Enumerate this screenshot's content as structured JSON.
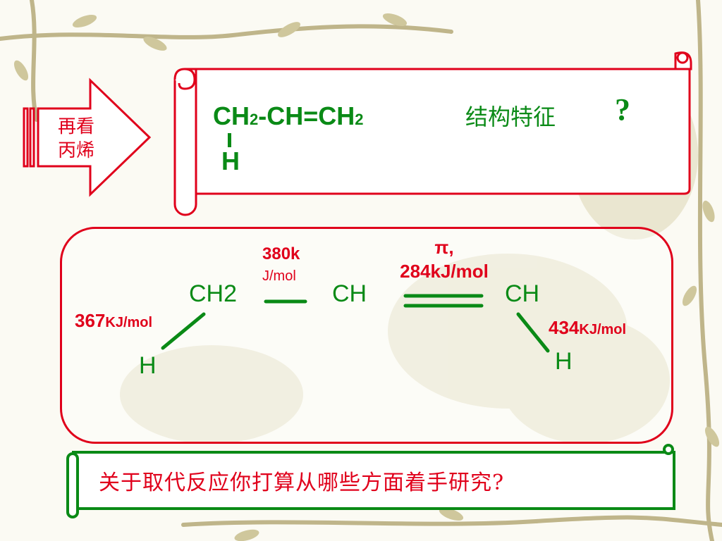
{
  "badge": {
    "line1": "再看",
    "line2": "丙烯"
  },
  "header": {
    "formula_main": "CH",
    "formula_sub1": "2",
    "formula_mid": "-CH=CH",
    "formula_sub2": "2",
    "branch_atom": "H",
    "title": "结构特征",
    "qmark": "?"
  },
  "molecule": {
    "atom_ch2": "CH2",
    "atom_ch_mid": "CH",
    "atom_ch_right": "CH",
    "atom_h_left": "H",
    "atom_h_right": "H",
    "energy_cc_single_line1": "380k",
    "energy_cc_single_line2": "J/mol",
    "energy_pi_line1": "π,",
    "energy_pi_line2": "284kJ/mol",
    "energy_ch_left_value": "367",
    "energy_ch_left_unit": "KJ/mol",
    "energy_ch_right_value": "434",
    "energy_ch_right_unit": "KJ/mol"
  },
  "footer": {
    "question": "关于取代反应你打算从哪些方面着手研究?"
  },
  "colors": {
    "red": "#e0001b",
    "green": "#0a8a16"
  }
}
